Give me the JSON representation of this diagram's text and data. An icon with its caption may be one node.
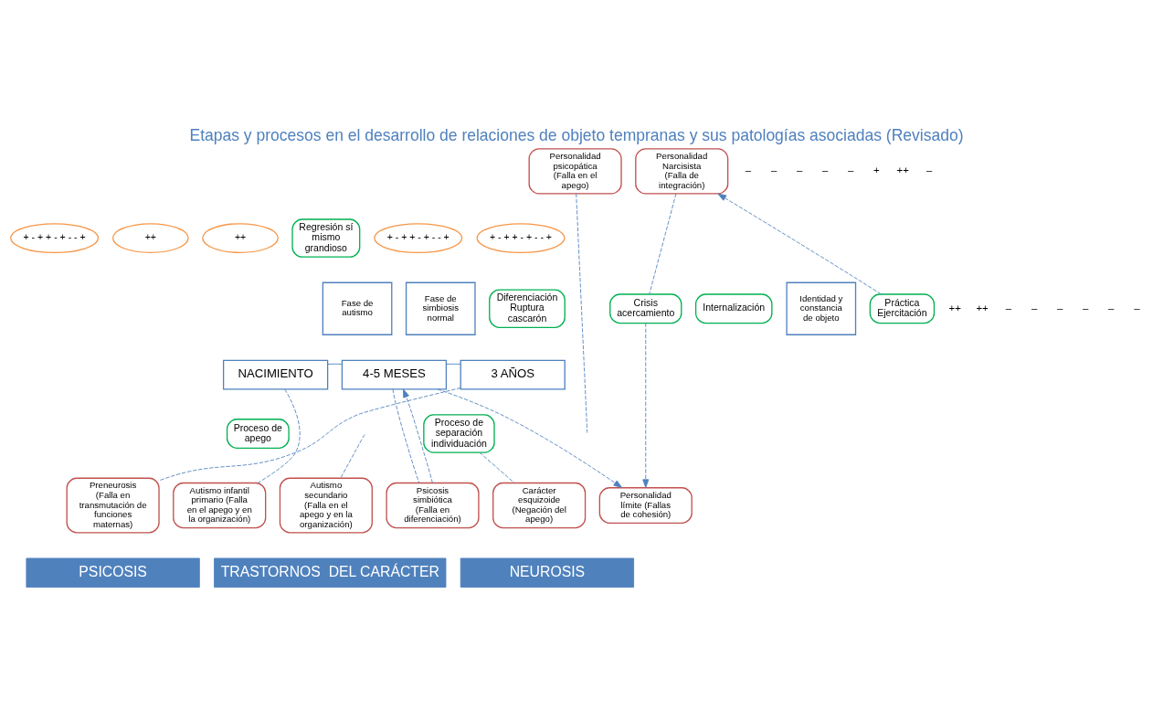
{
  "diagram": {
    "title": "Etapas y procesos en el desarrollo de relaciones de objeto tempranas y sus patologías asociadas (Revisado)",
    "nodes": [
      {
        "text": [
          "Personalidad psicopática (Falla en el apego)"
        ]
      },
      {
        "text": [
          "Personalidad Narcisista (Falla de integración)"
        ]
      },
      {
        "text": [
          "+ - + + - + - - +"
        ]
      },
      {
        "text": [
          "++"
        ]
      },
      {
        "text": [
          "++"
        ]
      },
      {
        "text": [
          "Regresión sí mismo grandioso"
        ]
      },
      {
        "text": [
          "+ - + + - + - - +"
        ]
      },
      {
        "text": [
          "+ - + + - + - - +"
        ]
      },
      {
        "text": [
          "Fase de autismo"
        ]
      },
      {
        "text": [
          "Fase de simbiosis normal"
        ]
      },
      {
        "text": [
          "Diferenciación Ruptura cascarón"
        ]
      },
      {
        "text": [
          "Práctica Ejercitación"
        ]
      },
      {
        "text": [
          "Crisis acercamiento"
        ]
      },
      {
        "text": [
          "Internalización"
        ]
      },
      {
        "text": [
          "Identidad y constancia de objeto"
        ]
      },
      {
        "text": [
          "NACIMIENTO"
        ]
      },
      {
        "text": [
          "4-5 MESES"
        ]
      },
      {
        "text": [
          "3 AÑOS"
        ]
      },
      {
        "text": [
          "Proceso de apego"
        ]
      },
      {
        "text": [
          "Proceso de separación individuación"
        ]
      },
      {
        "text": [
          "Preneurosis (Falla en transmutación de funciones maternas)"
        ]
      },
      {
        "text": [
          "Autismo infantil primario (Falla en el apego y en la organización)"
        ]
      },
      {
        "text": [
          "Autismo secundario (Falla en el apego y en la organización)"
        ]
      },
      {
        "text": [
          "Psicosis simbiótica (Falla en diferenciación)"
        ]
      },
      {
        "text": [
          "Carácter esquizoide (Negación del apego)"
        ]
      },
      {
        "text": [
          "Personalidad límite (Fallas de cohesión)"
        ]
      },
      {
        "text": [
          "PSICOSIS"
        ]
      },
      {
        "text": [
          "TRASTORNOS  DEL CARÁCTER"
        ]
      },
      {
        "text": [
          "NEUROSIS"
        ]
      }
    ],
    "edges": [
      {
        "from": 15,
        "to": 16,
        "arrow": "none"
      },
      {
        "from": 16,
        "to": 17,
        "arrow": "none"
      },
      {
        "from": 15,
        "to": 21,
        "arrow": "none",
        "style": "dashed"
      },
      {
        "from": 0,
        "to": null,
        "arrow": "none",
        "style": "dashed"
      },
      {
        "from": null,
        "to": 22,
        "arrow": "none",
        "style": "dashed"
      },
      {
        "from": 16,
        "to": 23,
        "arrow": "none",
        "style": "dashed"
      },
      {
        "from": 23,
        "to": 16,
        "arrow": "to",
        "style": "dashed"
      },
      {
        "from": 16,
        "to": 25,
        "arrow": "to",
        "style": "dashed"
      },
      {
        "from": 11,
        "to": 1,
        "arrow": "to",
        "style": "dashed"
      },
      {
        "from": 1,
        "to": 12,
        "arrow": "none",
        "style": "dashed"
      },
      {
        "from": 12,
        "to": 25,
        "arrow": "to",
        "style": "dashed"
      },
      {
        "from": 19,
        "to": 24,
        "arrow": "none",
        "style": "dashed"
      },
      {
        "from": 17,
        "to": 20,
        "arrow": "none",
        "style": "dashed"
      }
    ],
    "labels": [
      "–",
      "–",
      "–",
      "–",
      "–",
      "+",
      "++",
      "–",
      "++",
      "++",
      "–",
      "–",
      "–",
      "–",
      "–",
      "–"
    ]
  }
}
